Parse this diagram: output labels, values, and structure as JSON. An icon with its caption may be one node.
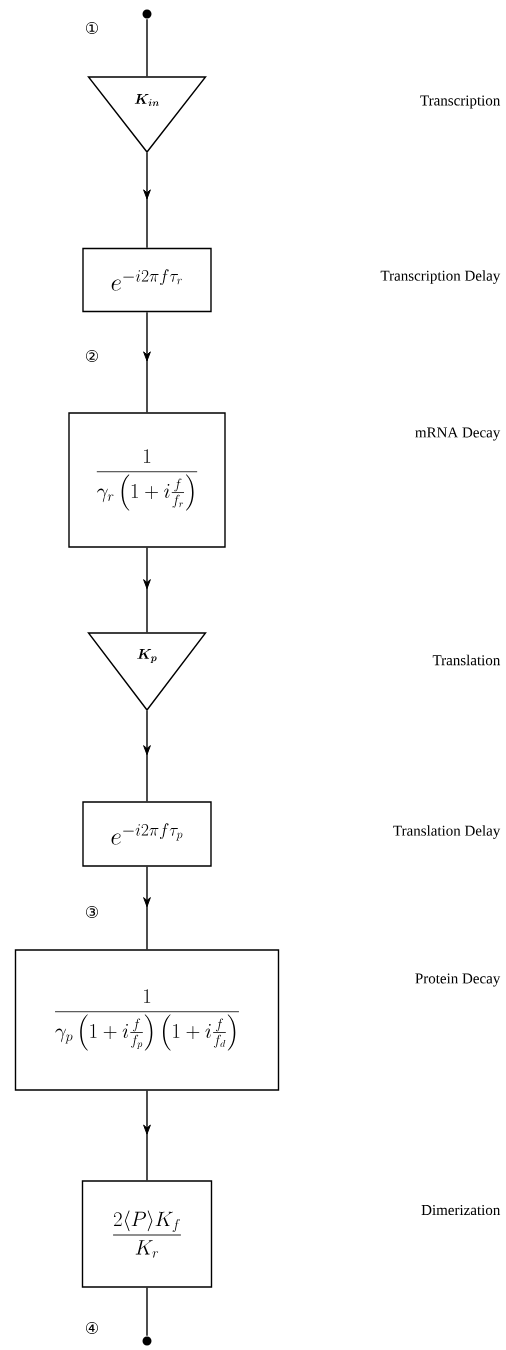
{
  "diagram": {
    "nodes": [
      {
        "text": [],
        "shape": "circle"
      },
      {
        "text": [
          "\\boldsymbol{K_{in}}"
        ]
      },
      {
        "text": [
          "e^{-i2\\pi f\\tau_r}"
        ]
      },
      {
        "text": [
          "\\frac{1}{\\gamma_r\\left(1+i\\frac{f}{f_r}\\right)}"
        ]
      },
      {
        "text": [
          "\\boldsymbol{K_p}"
        ]
      },
      {
        "text": [
          "e^{-i2\\pi f\\tau_p}"
        ]
      },
      {
        "text": [
          "\\frac{1}{\\gamma_p\\left(1+i\\frac{f}{f_p}\\right)\\left(1+i\\frac{f}{f_d}\\right)}"
        ]
      },
      {
        "text": [
          "\\frac{2\\langle P\\rangle K_f}{K_r}"
        ]
      },
      {
        "text": [],
        "shape": "circle"
      }
    ],
    "edges": [
      {
        "from": 0,
        "to": 1,
        "arrow": "none"
      },
      {
        "from": 1,
        "to": 2,
        "arrow": "to"
      },
      {
        "from": 2,
        "to": 3,
        "arrow": "to"
      },
      {
        "from": 3,
        "to": 4,
        "arrow": "to"
      },
      {
        "from": 4,
        "to": 5,
        "arrow": "to"
      },
      {
        "from": 5,
        "to": 6,
        "arrow": "to"
      },
      {
        "from": 6,
        "to": 7,
        "arrow": "to"
      },
      {
        "from": 7,
        "to": 8,
        "arrow": "none"
      }
    ],
    "labels": [
      "①",
      "Transcription",
      "Transcription Delay",
      "②",
      "mRNA Decay",
      "Translation",
      "Translation Delay",
      "③",
      "Protein Decay",
      "Dimerization",
      "④"
    ]
  }
}
